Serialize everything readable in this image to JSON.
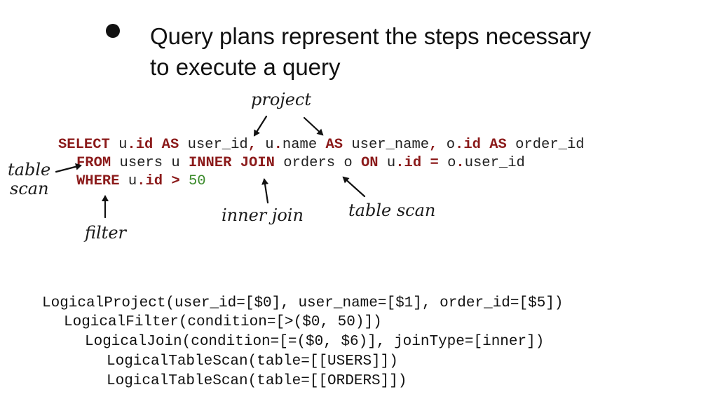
{
  "slide": {
    "bullet_text_line1": "Query plans represent the steps necessary",
    "bullet_text_line2": "to execute a query"
  },
  "sql": {
    "line1": [
      {
        "t": "SELECT",
        "k": "kw"
      },
      {
        "t": " u"
      },
      {
        "t": ".",
        "k": "kw"
      },
      {
        "t": "id",
        "k": "kw"
      },
      {
        "t": " "
      },
      {
        "t": "AS",
        "k": "kw"
      },
      {
        "t": " user_id"
      },
      {
        "t": ",",
        "k": "kw"
      },
      {
        "t": " u"
      },
      {
        "t": ".",
        "k": "kw"
      },
      {
        "t": "name "
      },
      {
        "t": "AS",
        "k": "kw"
      },
      {
        "t": " user_name"
      },
      {
        "t": ",",
        "k": "kw"
      },
      {
        "t": " o"
      },
      {
        "t": ".",
        "k": "kw"
      },
      {
        "t": "id",
        "k": "kw"
      },
      {
        "t": " "
      },
      {
        "t": "AS",
        "k": "kw"
      },
      {
        "t": " order_id"
      }
    ],
    "line2": [
      {
        "t": "FROM",
        "k": "kw"
      },
      {
        "t": " users u "
      },
      {
        "t": "INNER JOIN",
        "k": "kw"
      },
      {
        "t": " orders o "
      },
      {
        "t": "ON",
        "k": "kw"
      },
      {
        "t": " u"
      },
      {
        "t": ".",
        "k": "kw"
      },
      {
        "t": "id",
        "k": "kw"
      },
      {
        "t": " "
      },
      {
        "t": "=",
        "k": "kw"
      },
      {
        "t": " o"
      },
      {
        "t": ".",
        "k": "kw"
      },
      {
        "t": "user_id"
      }
    ],
    "line3": [
      {
        "t": "WHERE",
        "k": "kw"
      },
      {
        "t": " u"
      },
      {
        "t": ".",
        "k": "kw"
      },
      {
        "t": "id",
        "k": "kw"
      },
      {
        "t": " "
      },
      {
        "t": ">",
        "k": "kw"
      },
      {
        "t": " "
      },
      {
        "t": "50",
        "k": "num"
      }
    ]
  },
  "annotations": {
    "project": "project",
    "table_scan_left_1": "table",
    "table_scan_left_2": "scan",
    "filter": "filter",
    "inner_join": "inner join",
    "table_scan_right": "table scan"
  },
  "plan": [
    "LogicalProject(user_id=[$0], user_name=[$1], order_id=[$5])",
    "LogicalFilter(condition=[>($0, 50)])",
    "LogicalJoin(condition=[=($0, $6)], joinType=[inner])",
    "LogicalTableScan(table=[[USERS]])",
    "LogicalTableScan(table=[[ORDERS]])"
  ],
  "colors": {
    "keyword": "#8b1a1a",
    "number": "#3a8a2a",
    "text": "#222222"
  }
}
